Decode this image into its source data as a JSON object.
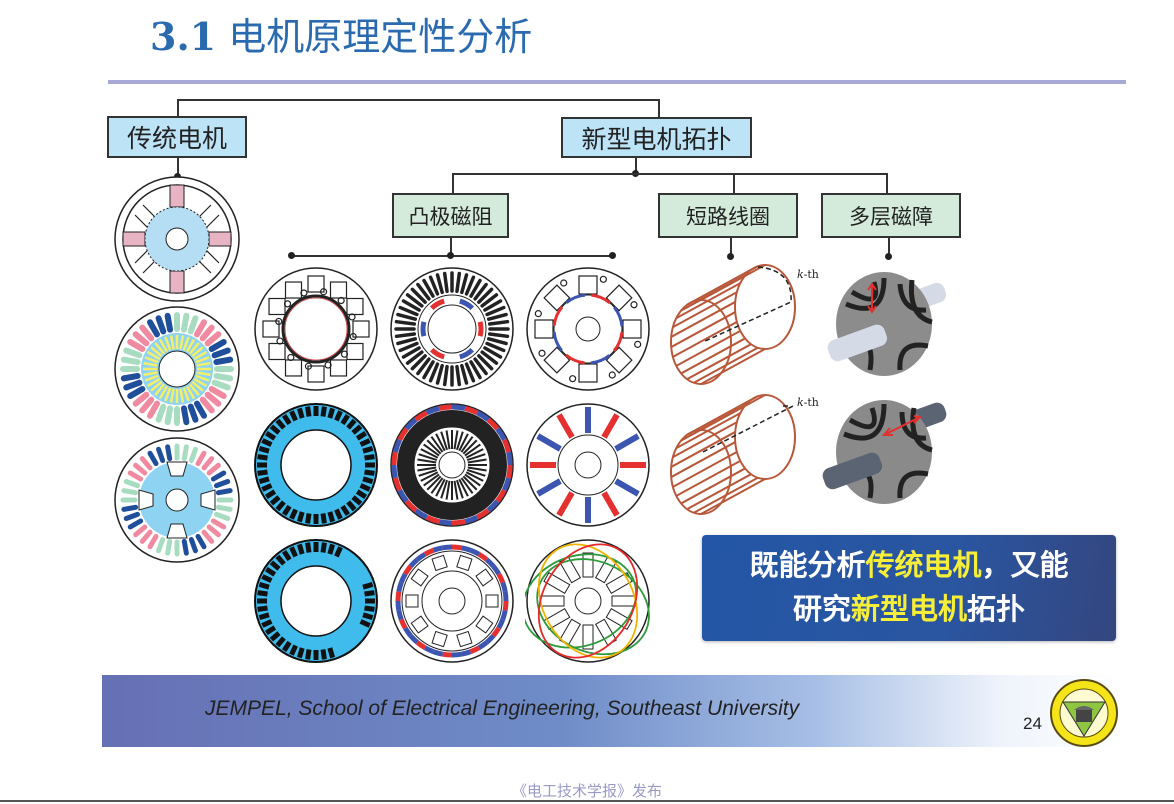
{
  "slide": {
    "title_number": "3.1",
    "title_text": "电机原理定性分析",
    "page_number": "24"
  },
  "tree": {
    "traditional": {
      "label": "传统电机"
    },
    "novel": {
      "label": "新型电机拓扑"
    },
    "categories": [
      {
        "label": "凸极磁阻"
      },
      {
        "label": "短路线圈"
      },
      {
        "label": "多层磁障"
      }
    ],
    "coil_annotation_prefix": "k",
    "coil_annotation_suffix": "-th"
  },
  "callout": {
    "line1_pre": "既能分析",
    "line1_highlight": "传统电机",
    "line1_post": "，又能",
    "line2_pre": "研究",
    "line2_highlight": "新型电机",
    "line2_post": "拓扑",
    "highlight_color": "#f7ee3a"
  },
  "footer": {
    "affiliation": "JEMPEL, School of Electrical Engineering, Southeast University",
    "logo": "southeast-university-emblem"
  },
  "publisher": "《电工技术学报》发布",
  "colors": {
    "title": "#2a6bb0",
    "blue_box": "#bde3f7",
    "green_box": "#d4ebdb",
    "callout_bg": "#2a55a0"
  }
}
